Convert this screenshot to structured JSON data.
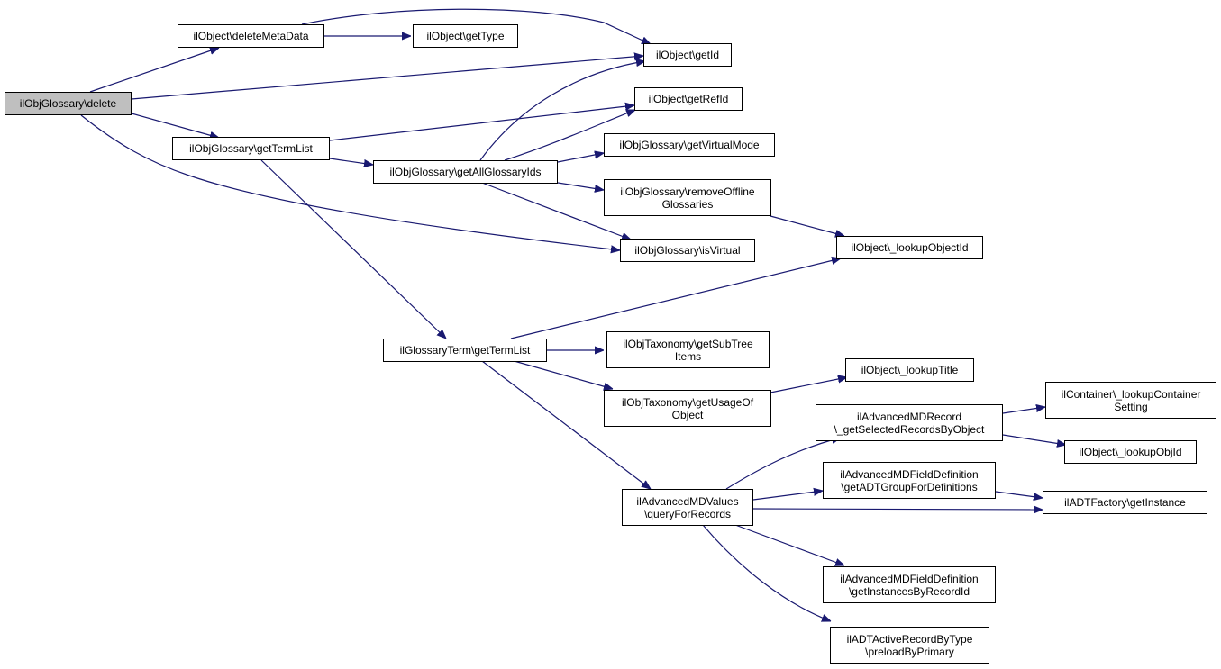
{
  "colors": {
    "edge": "#191970",
    "node_border": "#000000",
    "node_fill": "#ffffff",
    "root_fill": "#bfbfbf"
  },
  "nodes": {
    "delete": "ilObjGlossary\\delete",
    "deleteMetaData": "ilObject\\deleteMetaData",
    "getType": "ilObject\\getType",
    "getId": "ilObject\\getId",
    "getRefId": "ilObject\\getRefId",
    "getTermListGlossary": "ilObjGlossary\\getTermList",
    "getAllGlossaryIds": "ilObjGlossary\\getAllGlossaryIds",
    "getVirtualMode": "ilObjGlossary\\getVirtualMode",
    "removeOffline": "ilObjGlossary\\removeOffline\nGlossaries",
    "isVirtual": "ilObjGlossary\\isVirtual",
    "lookupObjectId": "ilObject\\_lookupObjectId",
    "getTermListTerm": "ilGlossaryTerm\\getTermList",
    "getSubTreeItems": "ilObjTaxonomy\\getSubTree\nItems",
    "getUsageOfObject": "ilObjTaxonomy\\getUsageOf\nObject",
    "lookupTitle": "ilObject\\_lookupTitle",
    "getSelectedRecords": "ilAdvancedMDRecord\n\\_getSelectedRecordsByObject",
    "lookupContainerSetting": "ilContainer\\_lookupContainer\nSetting",
    "lookupObjId": "ilObject\\_lookupObjId",
    "queryForRecords": "ilAdvancedMDValues\n\\queryForRecords",
    "getADTGroup": "ilAdvancedMDFieldDefinition\n\\getADTGroupForDefinitions",
    "adtFactory": "ilADTFactory\\getInstance",
    "getInstancesByRecordId": "ilAdvancedMDFieldDefinition\n\\getInstancesByRecordId",
    "preloadByPrimary": "ilADTActiveRecordByType\n\\preloadByPrimary"
  }
}
